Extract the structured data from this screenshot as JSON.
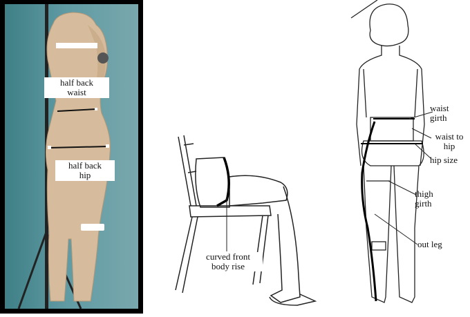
{
  "panel_photo": {
    "labels": {
      "half_back_waist_line1": "half back",
      "half_back_waist_line2": "waist",
      "half_back_hip_line1": "half back",
      "half_back_hip_line2": "hip"
    }
  },
  "panel_seated": {
    "labels": {
      "curved_front_line1": "curved front",
      "curved_front_line2": "body rise"
    }
  },
  "panel_standing": {
    "labels": {
      "waist_girth_line1": "waist",
      "waist_girth_line2": "girth",
      "waist_to_hip_line1": "waist to",
      "waist_to_hip_line2": "hip",
      "hip_size": "hip size",
      "thigh_girth_line1": "thigh",
      "thigh_girth_line2": "girth",
      "out_leg": "out leg"
    }
  },
  "colors": {
    "photo_background": "#5f9aa3",
    "mannequin": "#d8bf9f",
    "measure_line": "#111111"
  }
}
